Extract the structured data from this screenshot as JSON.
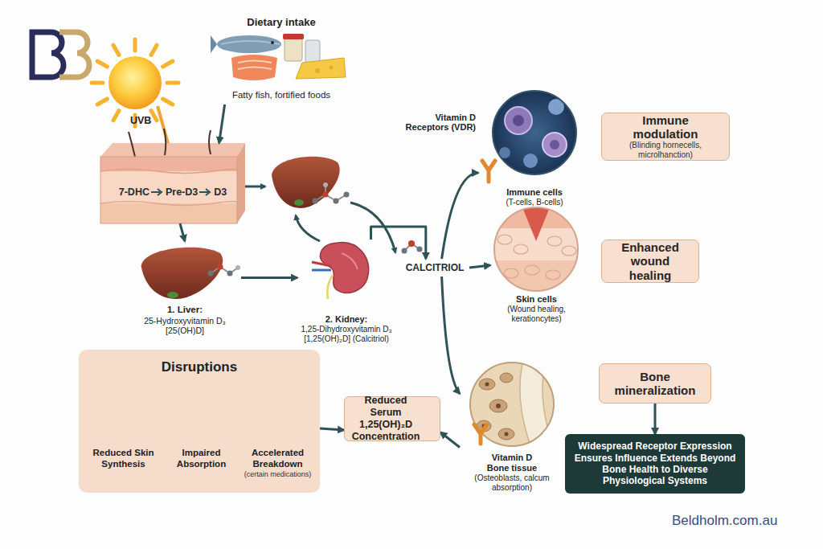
{
  "diagram": {
    "nodes": [
      {
        "text": [
          "7-DHC",
          "Pre-D3",
          "D3"
        ]
      },
      {
        "text": [
          "Dietary intake",
          "Fatty fish, fortified foods"
        ]
      },
      {
        "text": [
          "1. Liver:",
          "25-Hydroxyvitamin D₃ [25(OH)D]"
        ]
      },
      {
        "text": [
          "2. Kidney:",
          "1,25-Dihydroxyvitamin D₃ [1,25(OH)₂D] (Calcitriol)"
        ]
      },
      {
        "text": [
          "CALCITRIOL"
        ]
      },
      {
        "text": [
          "Immune cells",
          "(T-cells, B-cells)"
        ]
      },
      {
        "text": [
          "Skin cells",
          "(Wound healing, kerationcytes)"
        ]
      },
      {
        "text": [
          "Vitamin D Bone tissue",
          "(Osteoblasts, calcum absorption)"
        ]
      },
      {
        "text": [
          "Immune modulation",
          "(Blinding hornecells, microlhanction)"
        ]
      },
      {
        "text": [
          "Enhanced wound healing"
        ]
      },
      {
        "text": [
          "Bone mineralization"
        ]
      },
      {
        "text": [
          "Widespread Receptor Expression Ensures Influence Extends Beyond Bone Health to Diverse Physiological Systems"
        ]
      },
      {
        "text": [
          "Disruptions"
        ]
      },
      {
        "text": [
          "Reduced Skin Synthesis"
        ],
        "in": 12
      },
      {
        "text": [
          "Impaired Absorption"
        ],
        "in": 12
      },
      {
        "text": [
          "Accelerated Breakdown",
          "(certain medications)"
        ],
        "in": 12
      },
      {
        "text": [
          "Reduced Serum 1,25(OH)₂D Concentration"
        ]
      }
    ],
    "edges": [
      {
        "from": 1,
        "to": 0,
        "arrow": "to"
      },
      {
        "from": 0,
        "to": 2,
        "arrow": "to"
      },
      {
        "from": 2,
        "to": 3,
        "arrow": "to"
      },
      {
        "from": 3,
        "to": 4,
        "arrow": "to"
      },
      {
        "from": 4,
        "to": 5,
        "arrow": "to"
      },
      {
        "from": 4,
        "to": 6,
        "arrow": "to"
      },
      {
        "from": 4,
        "to": 7,
        "arrow": "to"
      },
      {
        "from": 10,
        "to": 11,
        "arrow": "to"
      },
      {
        "from": 12,
        "to": 16,
        "arrow": "to"
      },
      {
        "from": 7,
        "to": 16,
        "arrow": "to"
      }
    ],
    "labels": [
      "UVB",
      "Vitamin D Receptors (VDR)",
      "Beldholm.com.au"
    ]
  }
}
